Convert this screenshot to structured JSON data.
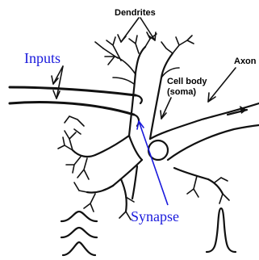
{
  "labels": {
    "dendrites": "Dendrites",
    "cell_body_line1": "Cell body",
    "cell_body_line2": "(soma)",
    "axon": "Axon",
    "inputs": "Inputs",
    "synapse": "Synapse"
  },
  "colors": {
    "ink": "#111111",
    "annotation": "#1a1adc",
    "background": "#ffffff"
  }
}
